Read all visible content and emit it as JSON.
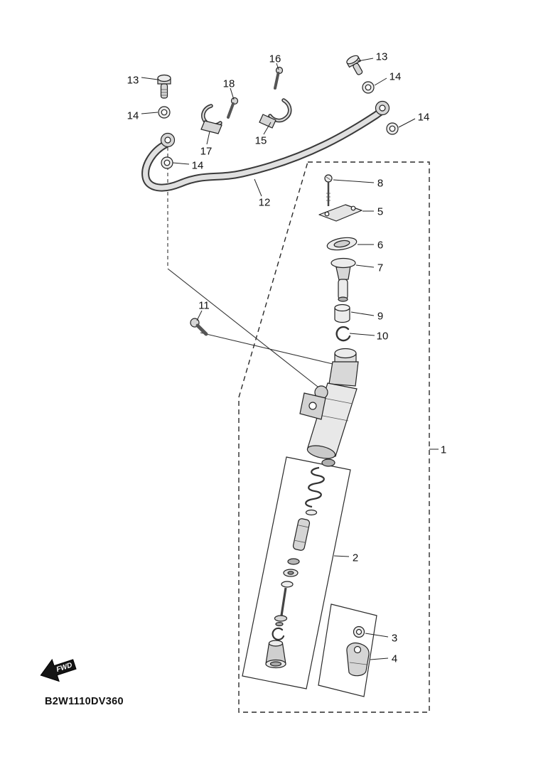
{
  "diagram": {
    "code": "B2W1110DV360",
    "fwd_label": "FWD",
    "colors": {
      "background": "#ffffff",
      "line": "#222222",
      "fill_light": "#ececec",
      "fill_mid": "#d6d6d6",
      "fill_dark": "#b0b0b0"
    },
    "callouts": [
      {
        "id": "bolt-13-left",
        "text": "13"
      },
      {
        "id": "washer-14-left",
        "text": "14"
      },
      {
        "id": "bolt-18",
        "text": "18"
      },
      {
        "id": "bolt-16",
        "text": "16"
      },
      {
        "id": "bolt-13-right",
        "text": "13"
      },
      {
        "id": "washer-14-right-upper",
        "text": "14"
      },
      {
        "id": "washer-14-right-lower",
        "text": "14"
      },
      {
        "id": "clamp-17",
        "text": "17"
      },
      {
        "id": "clamp-15",
        "text": "15"
      },
      {
        "id": "washer-14-hose",
        "text": "14"
      },
      {
        "id": "hose-12",
        "text": "12"
      },
      {
        "id": "screw-8",
        "text": "8"
      },
      {
        "id": "cap-5",
        "text": "5"
      },
      {
        "id": "diaphragm-6",
        "text": "6"
      },
      {
        "id": "joint-7",
        "text": "7"
      },
      {
        "id": "bushing-9",
        "text": "9"
      },
      {
        "id": "circlip-10",
        "text": "10"
      },
      {
        "id": "bolt-11",
        "text": "11"
      },
      {
        "id": "assembly-1",
        "text": "1"
      },
      {
        "id": "kit-2",
        "text": "2"
      },
      {
        "id": "washer-3",
        "text": "3"
      },
      {
        "id": "joint-4",
        "text": "4"
      }
    ]
  }
}
